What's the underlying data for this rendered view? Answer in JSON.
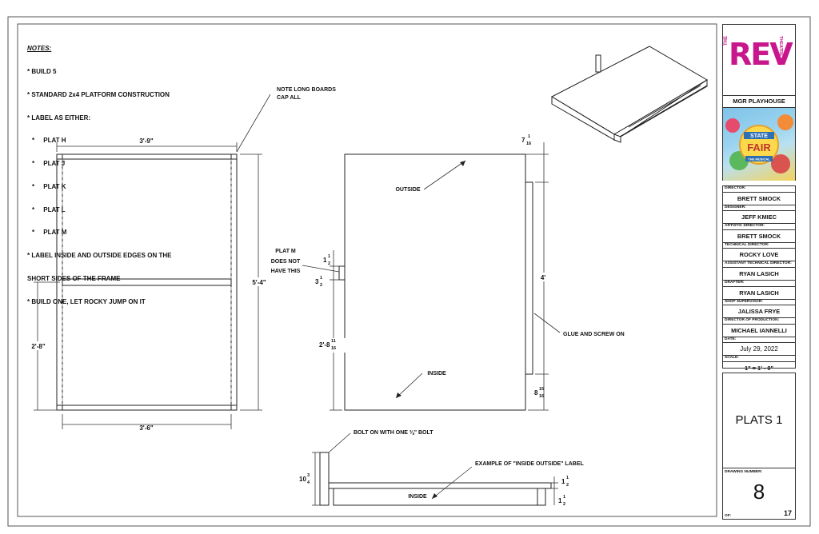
{
  "notes": {
    "header": "NOTES:",
    "lines": [
      "* BUILD 5",
      "* STANDARD 2x4 PLATFORM CONSTRUCTION",
      "* LABEL AS EITHER:"
    ],
    "plats": [
      "*     PLAT H",
      "*     PLAT J",
      "*     PLAT K",
      "*     PLAT L",
      "*     PLAT M"
    ],
    "lines2": [
      "* LABEL INSIDE AND OUTSIDE EDGES ON THE",
      "SHORT SIDES OF THE FRAME",
      "* BUILD ONE, LET ROCKY JUMP ON IT"
    ]
  },
  "callouts": {
    "long_boards_1": "NOTE LONG BOARDS",
    "long_boards_2": "CAP ALL",
    "plat_m_1": "PLAT M",
    "plat_m_2": "DOES NOT",
    "plat_m_3": "HAVE THIS",
    "outside": "OUTSIDE",
    "inside": "INSIDE",
    "glue": "GLUE AND SCREW ON",
    "bolt": "BOLT ON WITH ONE ⅜\" BOLT",
    "example": "EXAMPLE OF \"INSIDE OUTSIDE\" LABEL",
    "inside_small": "INSIDE"
  },
  "dims": {
    "top_width": "3'-9\"",
    "bottom_width": "3'-6\"",
    "height": "5'-4\"",
    "half": "2'-8\"",
    "d7": "7",
    "d7_num": "1",
    "d7_den": "16",
    "d4": "4'",
    "d1a_num": "1",
    "d1a_den": "2",
    "d1a": "1",
    "d3": "3",
    "d3_num": "1",
    "d3_den": "2",
    "d28": "2'-8",
    "d28_num": "11",
    "d28_den": "16",
    "d8": "8",
    "d8_num": "15",
    "d8_den": "16",
    "d10": "10",
    "d10_num": "3",
    "d10_den": "4",
    "s1": "1",
    "s1_num": "1",
    "s1_den": "2",
    "s2": "1",
    "s2_num": "1",
    "s2_den": "2"
  },
  "title_block": {
    "logo_main": "REV",
    "logo_the": "THE",
    "logo_co": "THEATRE CO.",
    "venue": "MGR PLAYHOUSE",
    "poster_line1": "STATE",
    "poster_line2": "FAIR",
    "poster_line3": "THE MUSICAL",
    "roles": [
      {
        "label": "DIRECTOR:",
        "value": "BRETT SMOCK"
      },
      {
        "label": "DESIGNER:",
        "value": "JEFF KMIEC"
      },
      {
        "label": "ARTISTIC DIRECTOR:",
        "value": "BRETT SMOCK"
      },
      {
        "label": "TECHNICAL DIRECTOR:",
        "value": "ROCKY LOVE"
      },
      {
        "label": "ASSISTANT TECHNICAL DIRECTOR:",
        "value": "RYAN LASICH"
      },
      {
        "label": "DRAFTER:",
        "value": "RYAN LASICH"
      },
      {
        "label": "SHOP SUPERVISOR:",
        "value": "JALISSA FRYE"
      },
      {
        "label": "DIRECTOR OF PRODUCTION:",
        "value": "MICHAEL IANNELLI"
      },
      {
        "label": "DATE:",
        "value": "July 29, 2022"
      },
      {
        "label": "SCALE:",
        "value": "1\" = 1' - 0\""
      }
    ],
    "sheet_title": "PLATS 1",
    "drawing_number_label": "DRAWING NUMBER:",
    "drawing_number": "8",
    "of_label": "OF:",
    "of_value": "17"
  },
  "colors": {
    "logo": "#c8178c",
    "line": "#222222"
  }
}
